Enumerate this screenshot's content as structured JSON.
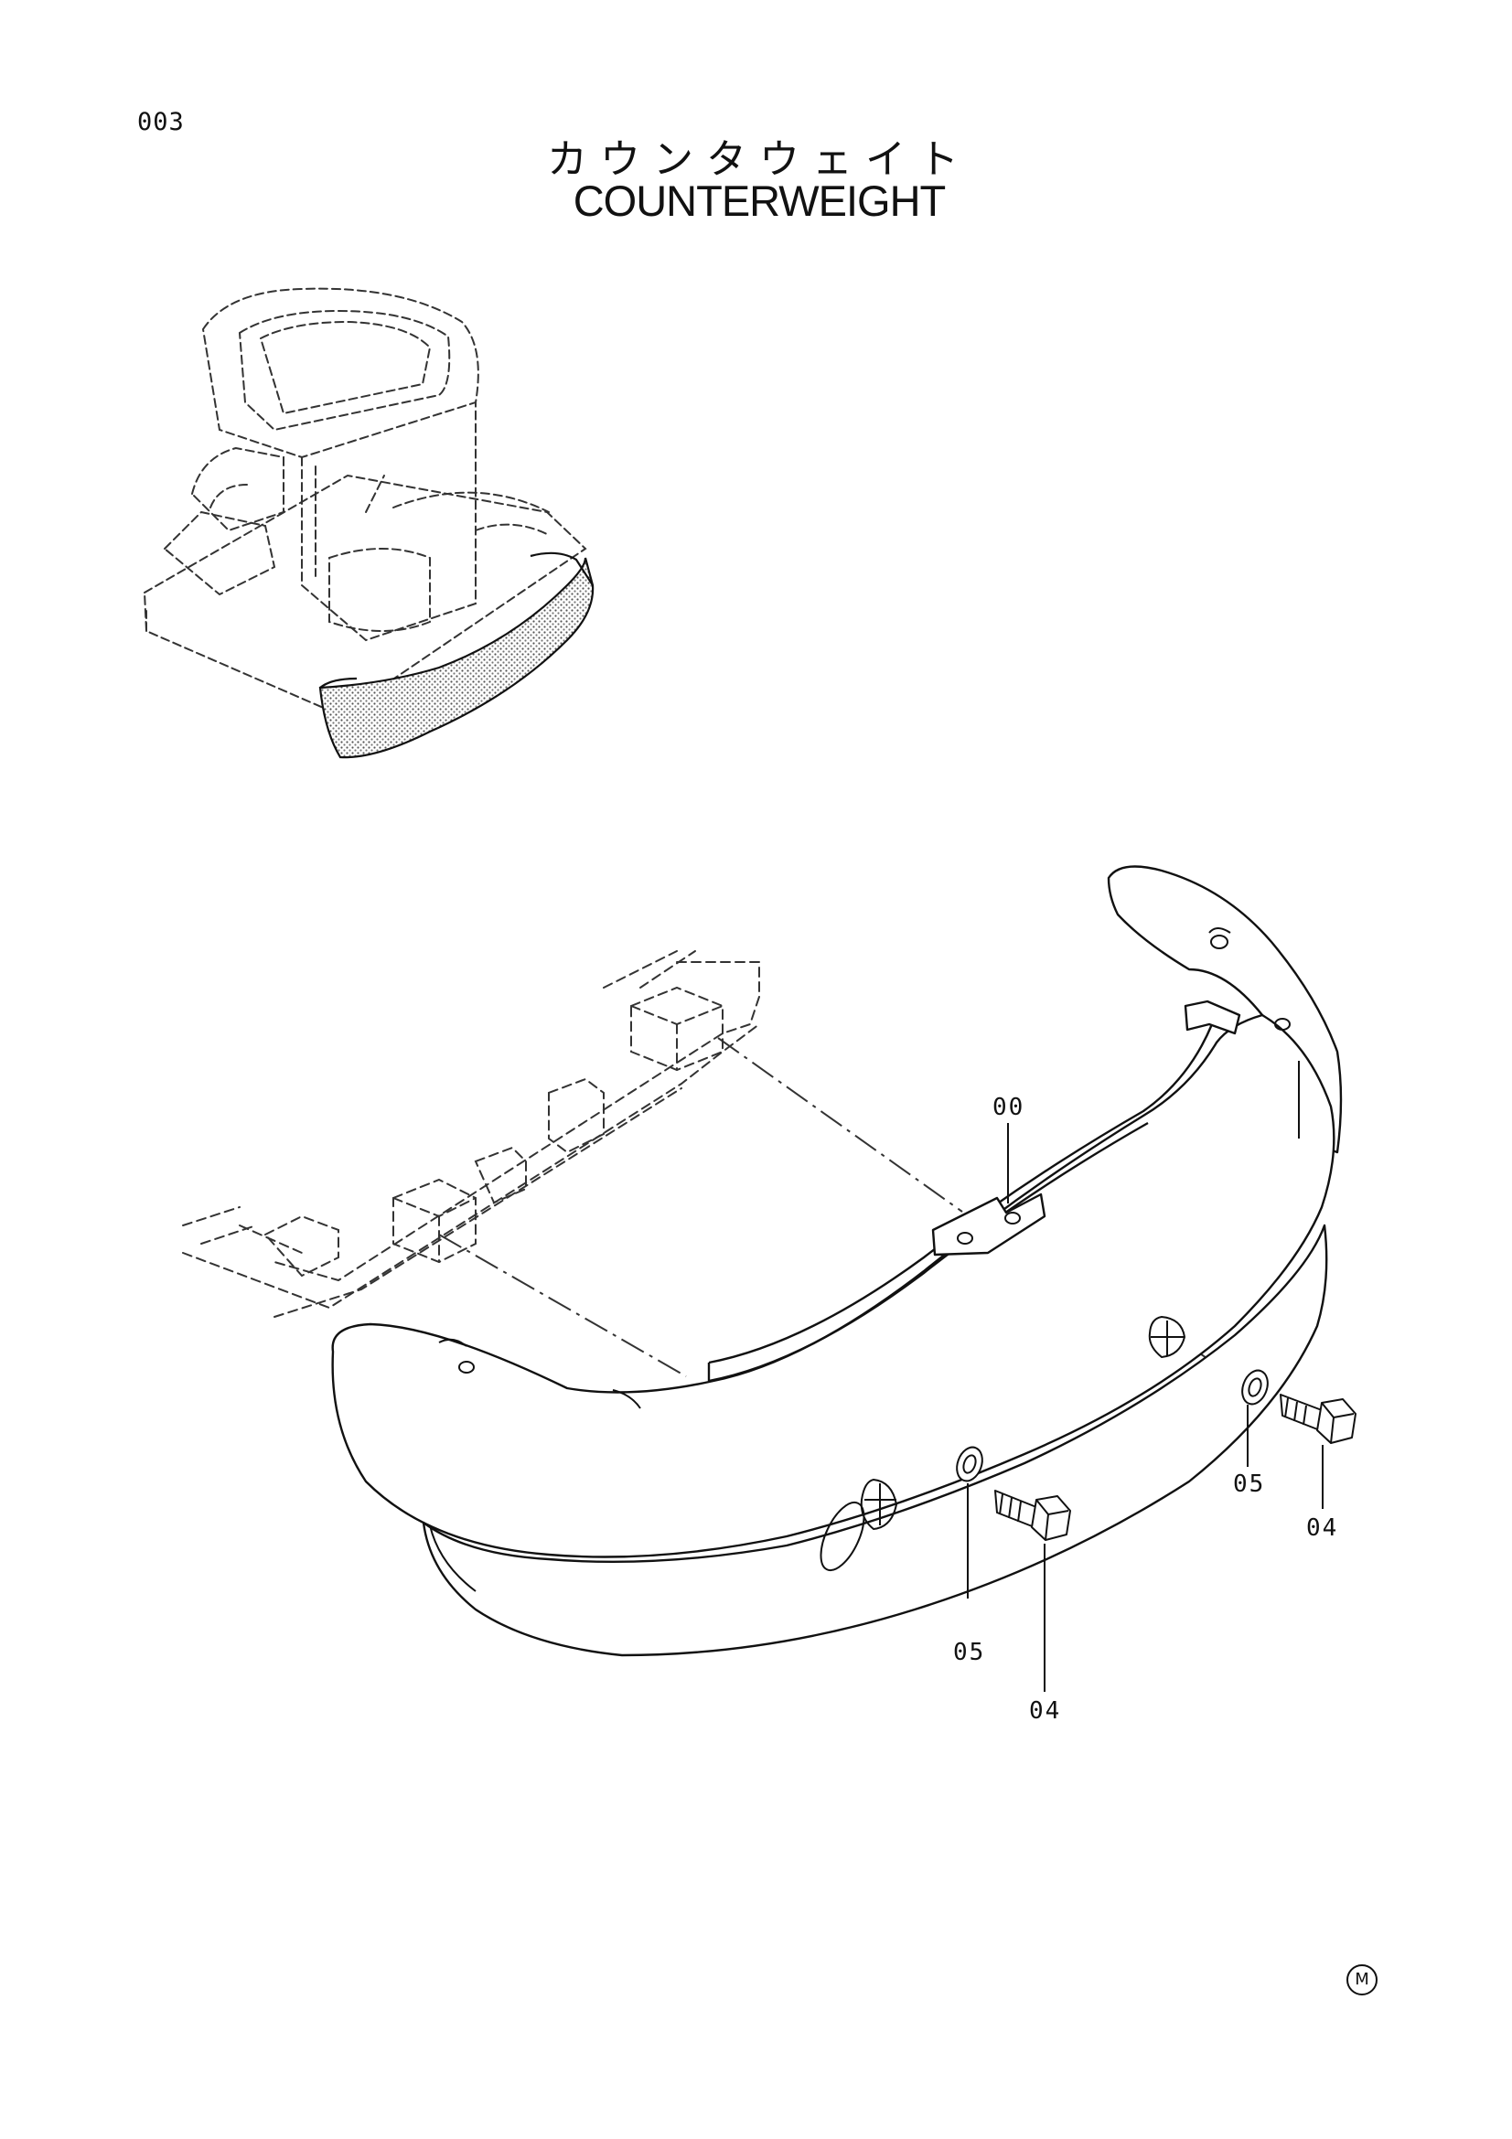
{
  "header": {
    "page_number": "003",
    "title_jp": "カウンタウェイト",
    "title_en": "COUNTERWEIGHT"
  },
  "callouts": {
    "counterweight": "00",
    "bolt_right": "04",
    "washer_right": "05",
    "bolt_left": "04",
    "washer_left": "05"
  },
  "footer": {
    "mark": "M"
  },
  "colors": {
    "line": "#111111",
    "dash": "#555555",
    "highlight": "#9a9a9a"
  }
}
